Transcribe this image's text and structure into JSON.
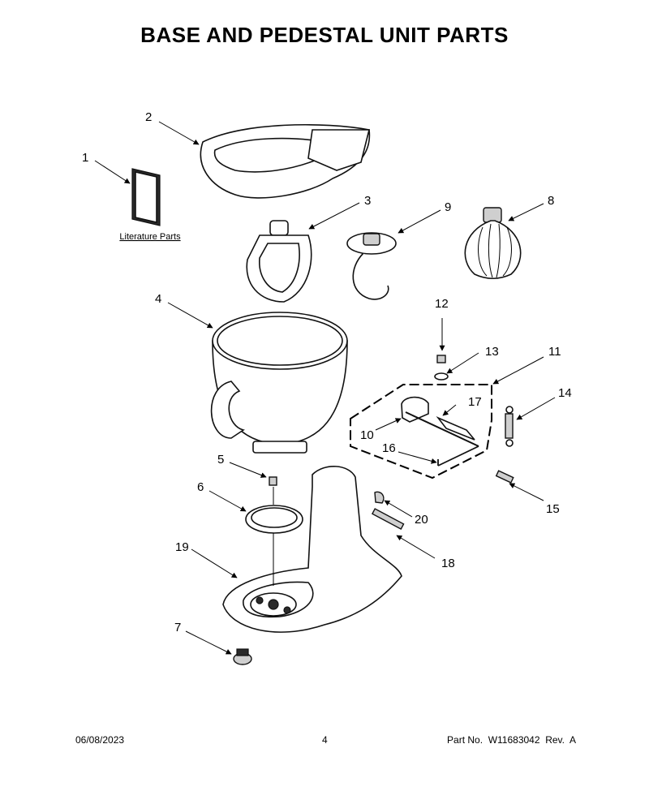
{
  "title": "BASE AND PEDESTAL UNIT PARTS",
  "literature_label": "Literature Parts",
  "callouts": [
    "1",
    "2",
    "3",
    "4",
    "5",
    "6",
    "7",
    "8",
    "9",
    "10",
    "11",
    "12",
    "13",
    "14",
    "15",
    "16",
    "17",
    "18",
    "19",
    "20"
  ],
  "footer": {
    "date": "06/08/2023",
    "page": "4",
    "part_number": "Part No.  W11683042  Rev.  A"
  }
}
